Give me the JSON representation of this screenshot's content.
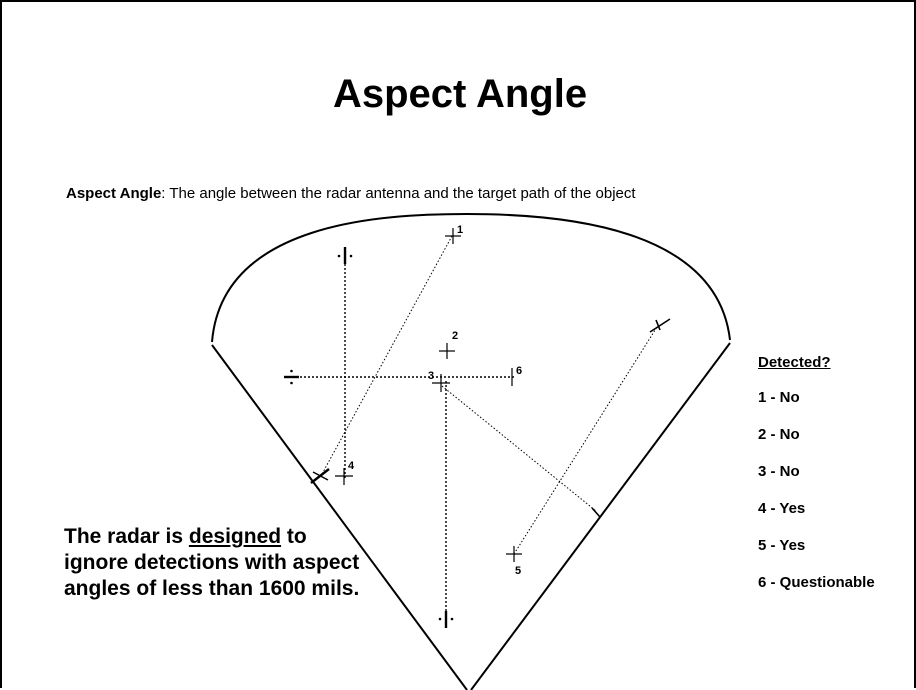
{
  "title": "Aspect Angle",
  "definition": {
    "term": "Aspect Angle",
    "text": ":  The angle between the radar antenna and the target path of the object"
  },
  "targets": {
    "t1": "1",
    "t2": "2",
    "t3": "3",
    "t4": "4",
    "t5": "5",
    "t6": "6"
  },
  "detected": {
    "heading": "Detected?",
    "items": [
      "1 - No",
      "2 - No",
      "3 - No",
      "4 - Yes",
      "5 - Yes",
      "6 - Questionable"
    ]
  },
  "note": {
    "before": "The radar is ",
    "emphasis": "designed",
    "after": " to ignore detections with aspect angles of less than 1600 mils."
  }
}
